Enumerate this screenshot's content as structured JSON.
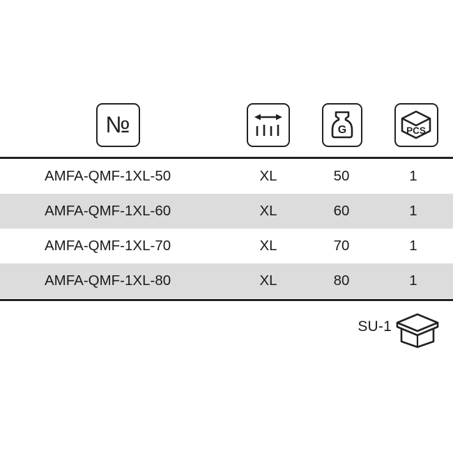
{
  "document": {
    "type": "product-specification-table",
    "background_color": "#ffffff",
    "text_color": "#1a1a1a",
    "line_color": "#231f20",
    "stripe_color": "#dcdcdc"
  },
  "table": {
    "headers": [
      {
        "key": "code",
        "icon": "numero-icon",
        "glyph": "№",
        "meaning": "article number"
      },
      {
        "key": "size",
        "icon": "width-arrow-icon",
        "glyph": "",
        "meaning": "size"
      },
      {
        "key": "weight",
        "icon": "weight-gram-icon",
        "glyph": "G",
        "meaning": "weight in grams"
      },
      {
        "key": "pcs",
        "icon": "box-pcs-icon",
        "glyph": "PCS",
        "meaning": "pieces per pack"
      }
    ],
    "rows": [
      {
        "code": "AMFA-QMF-1XL-50",
        "size": "XL",
        "weight": "50",
        "pcs": "1"
      },
      {
        "code": "AMFA-QMF-1XL-60",
        "size": "XL",
        "weight": "60",
        "pcs": "1"
      },
      {
        "code": "AMFA-QMF-1XL-70",
        "size": "XL",
        "weight": "70",
        "pcs": "1"
      },
      {
        "code": "AMFA-QMF-1XL-80",
        "size": "XL",
        "weight": "80",
        "pcs": "1"
      }
    ]
  },
  "footer": {
    "label": "SU-1",
    "icon": "box-with-lid-icon"
  }
}
